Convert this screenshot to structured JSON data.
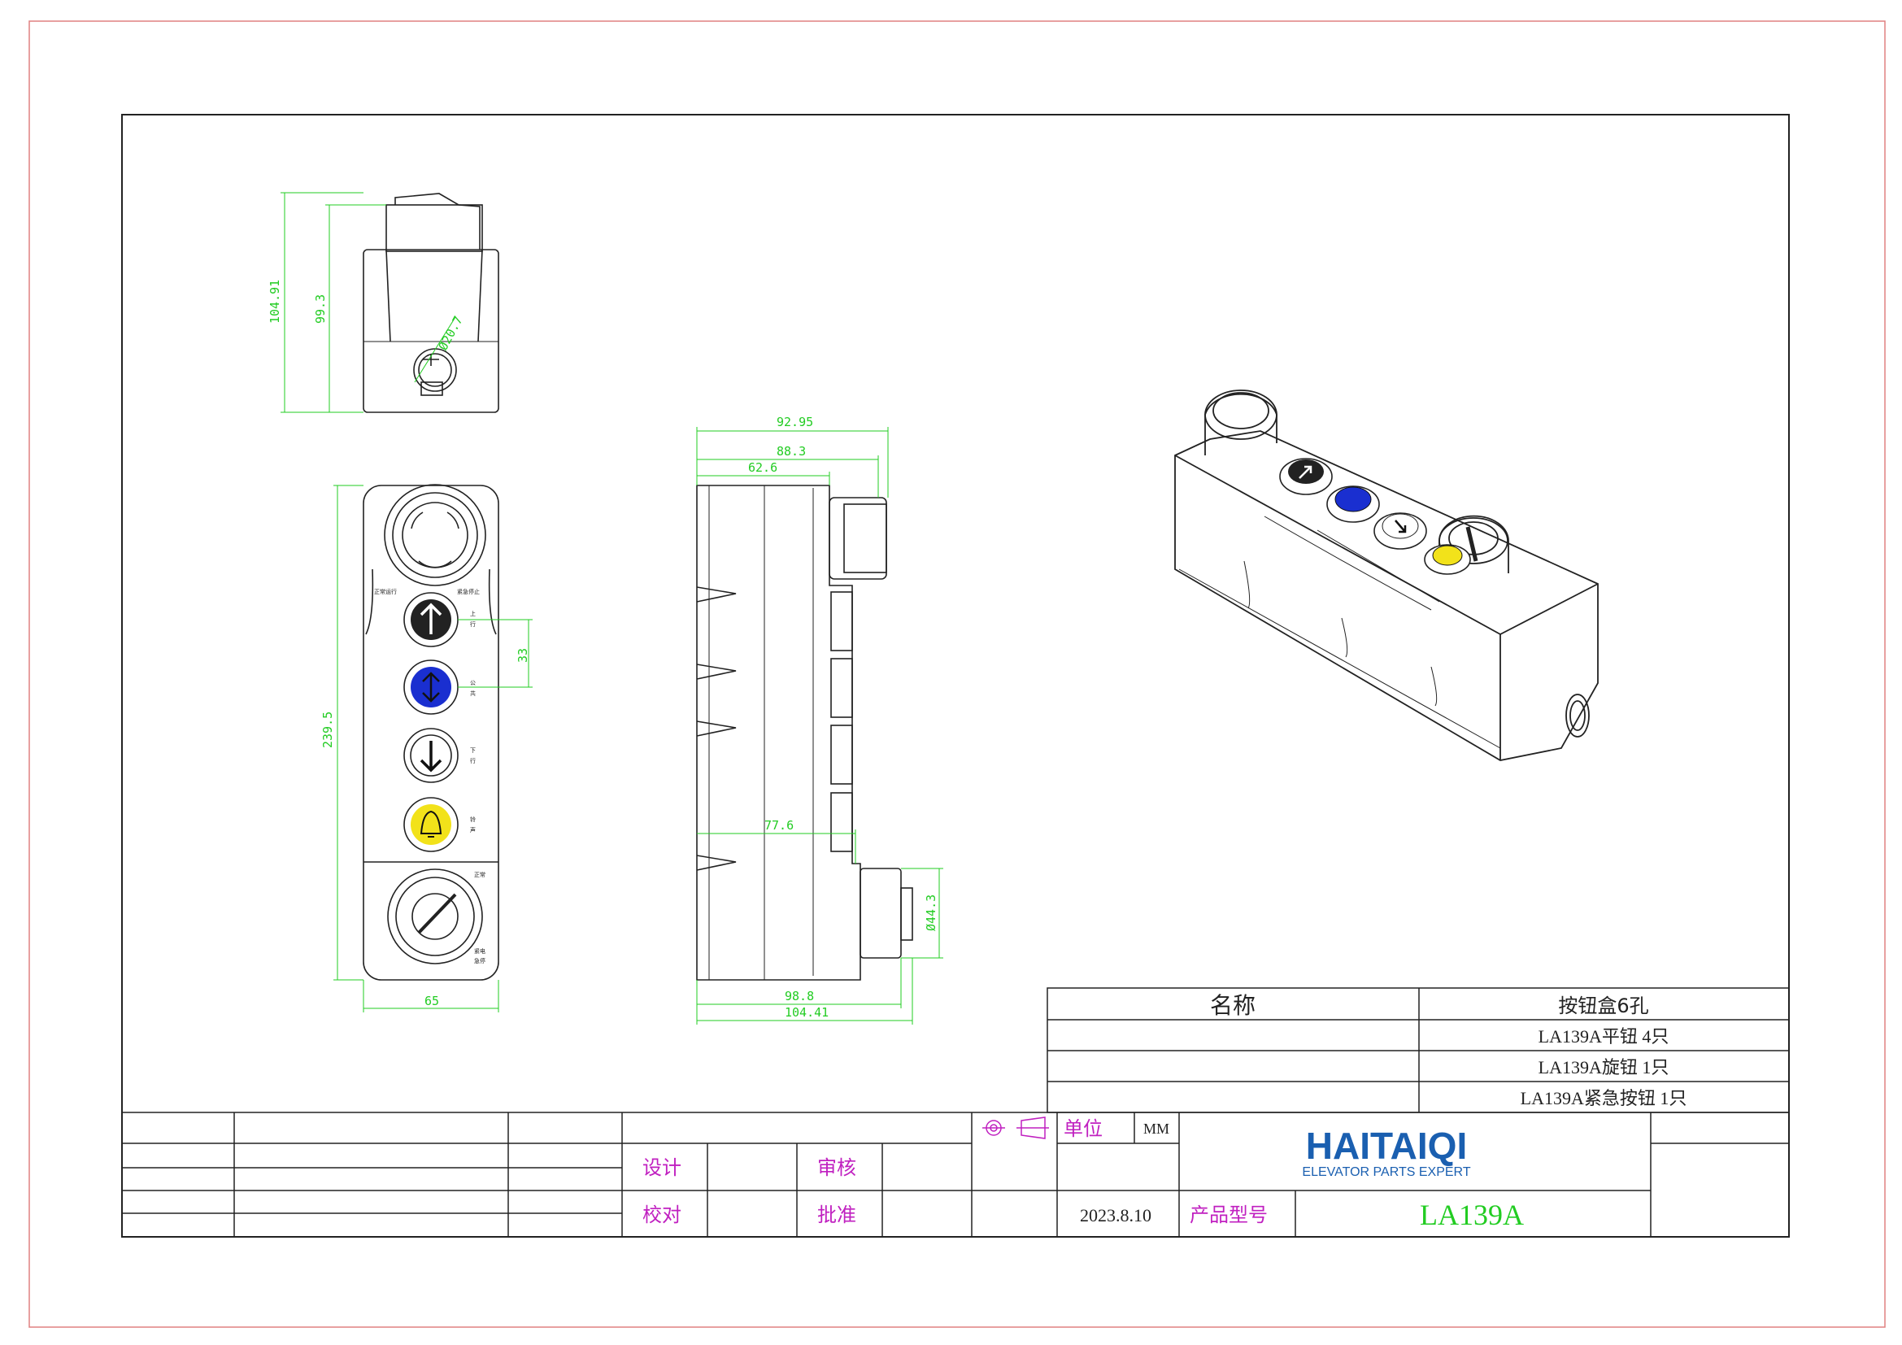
{
  "dimensions": {
    "top_height_total": "104.91",
    "top_height_body": "99.3",
    "top_diameter": "Ø20.7",
    "front_height": "239.5",
    "front_width": "65",
    "button_pitch": "33",
    "side_width_a": "92.95",
    "side_width_b": "88.3",
    "side_width_c": "62.6",
    "side_inner": "77.6",
    "side_bottom_a": "98.8",
    "side_bottom_b": "104.41",
    "side_dia": "Ø44.3"
  },
  "button_labels": {
    "normal_run": "正常运行",
    "emergency_stop": "紧急停止",
    "up": [
      "上",
      "行"
    ],
    "common": [
      "公",
      "共"
    ],
    "down": [
      "下",
      "行"
    ],
    "bell": [
      "铃",
      "声"
    ],
    "key_normal": "正常",
    "key_emergency": [
      "紧电",
      "急停"
    ]
  },
  "parts_table": {
    "header_label": "名称",
    "header_value": "按钮盒6孔",
    "rows": [
      "LA139A平钮 4只",
      "LA139A旋钮 1只",
      "LA139A紧急按钮 1只"
    ]
  },
  "title_block": {
    "design": "设计",
    "review": "审核",
    "check": "校对",
    "approve": "批准",
    "unit_label": "单位",
    "unit_value": "MM",
    "date": "2023.8.10",
    "model_label": "产品型号",
    "model_value": "LA139A",
    "brand": "HAITAIQI",
    "brand_tagline": "ELEVATOR PARTS EXPERT"
  },
  "colors": {
    "border_outer": "#e08080",
    "dimension": "#22cc22",
    "label_magenta": "#c020c0",
    "brand_blue": "#1a5fb0",
    "model_green": "#22cc22",
    "button_blue": "#1a2fd0",
    "button_yellow": "#f2e21a"
  }
}
